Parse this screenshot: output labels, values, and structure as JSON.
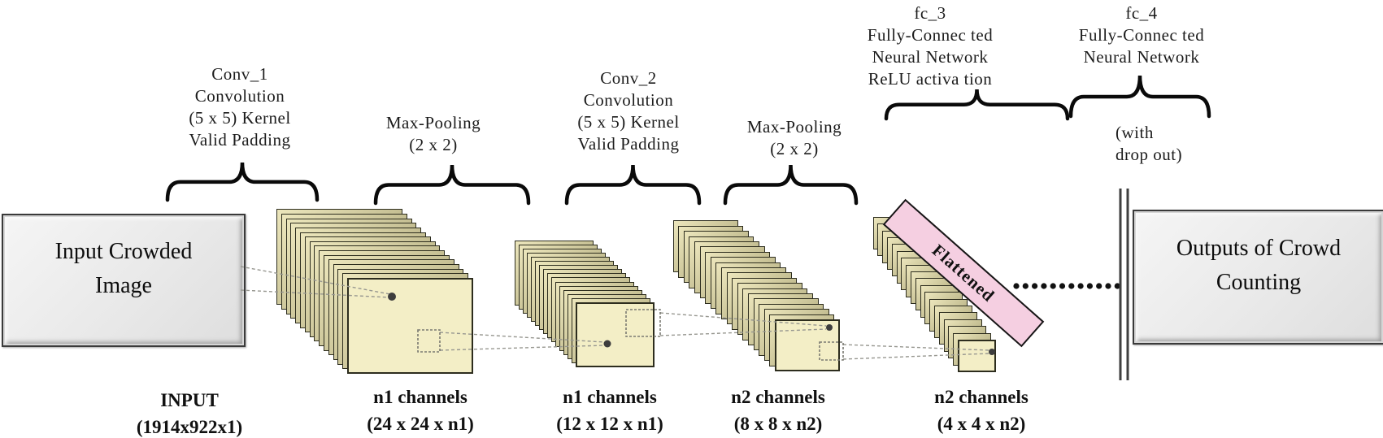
{
  "diagram": {
    "stage_labels": {
      "conv1": {
        "lines": [
          "Conv_1",
          "Convolution",
          "(5 x 5) Kernel",
          "Valid Padding"
        ]
      },
      "pool1": {
        "lines": [
          "Max-Pooling",
          "(2 x 2)"
        ]
      },
      "conv2": {
        "lines": [
          "Conv_2",
          "Convolution",
          "(5 x 5) Kernel",
          "Valid Padding"
        ]
      },
      "pool2": {
        "lines": [
          "Max-Pooling",
          "(2 x 2)"
        ]
      },
      "fc3": {
        "lines": [
          "fc_3",
          "Fully-Connec ted",
          "Neural Network",
          "ReLU activa tion"
        ]
      },
      "fc4": {
        "lines": [
          "fc_4",
          "Fully-Connec ted",
          "Neural Network"
        ]
      },
      "dropout": {
        "lines": [
          "(with",
          "drop out)"
        ]
      }
    },
    "input_box": {
      "line1": "Input Crowded",
      "line2": "Image"
    },
    "output_box": {
      "line1": "Outputs of Crowd",
      "line2": "Counting"
    },
    "flattened_label": "Flattened",
    "dim_labels": [
      {
        "line1": "INPUT",
        "line2": "(1914x922x1)"
      },
      {
        "line1": "n1 channels",
        "line2": "(24 x 24 x n1)"
      },
      {
        "line1": "n1 channels",
        "line2": "(12 x 12 x n1)"
      },
      {
        "line1": "n2 channels",
        "line2": "(8 x 8 x n2)"
      },
      {
        "line1": "n2 channels",
        "line2": "(4 x 4 x n2)"
      }
    ],
    "colors": {
      "plate_fill_light": "#ece6bc",
      "plate_fill_dark": "#928d68",
      "plate_front": "#f3eec6",
      "plate_border": "#2d2d1e",
      "flattened_fill": "#f5cfe1",
      "box_fill": "#ebebeb",
      "brace": "#0a0a0a",
      "connector_dashed": "#979790",
      "dotted_line": "#111111",
      "double_bar": "#3f3f3f"
    }
  }
}
